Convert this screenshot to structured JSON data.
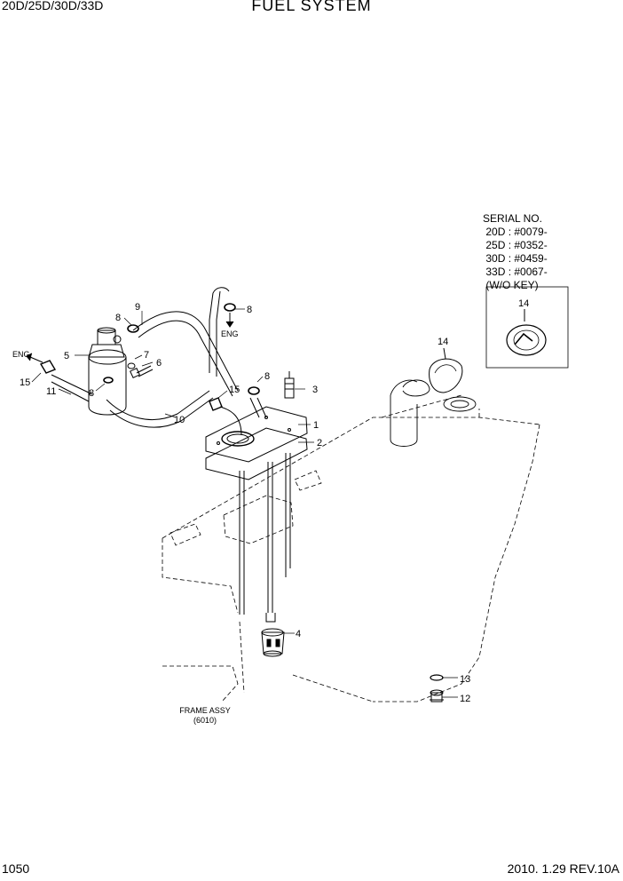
{
  "header": {
    "models": "20D/25D/30D/33D",
    "title": "FUEL SYSTEM"
  },
  "footer": {
    "page_number": "1050",
    "revision": "2010. 1.29  REV.10A"
  },
  "serial_box": {
    "heading": "SERIAL NO.",
    "lines": [
      "20D : #0079-",
      "25D : #0352-",
      "30D : #0459-",
      "33D : #0067-",
      "(W/O KEY)"
    ]
  },
  "frame_note": {
    "line1": "FRAME ASSY",
    "line2": "(6010)"
  },
  "eng_labels": [
    "ENG",
    "ENG"
  ],
  "callouts": [
    "1",
    "2",
    "3",
    "4",
    "5",
    "6",
    "7",
    "8",
    "9",
    "10",
    "11",
    "12",
    "13",
    "14",
    "15"
  ]
}
